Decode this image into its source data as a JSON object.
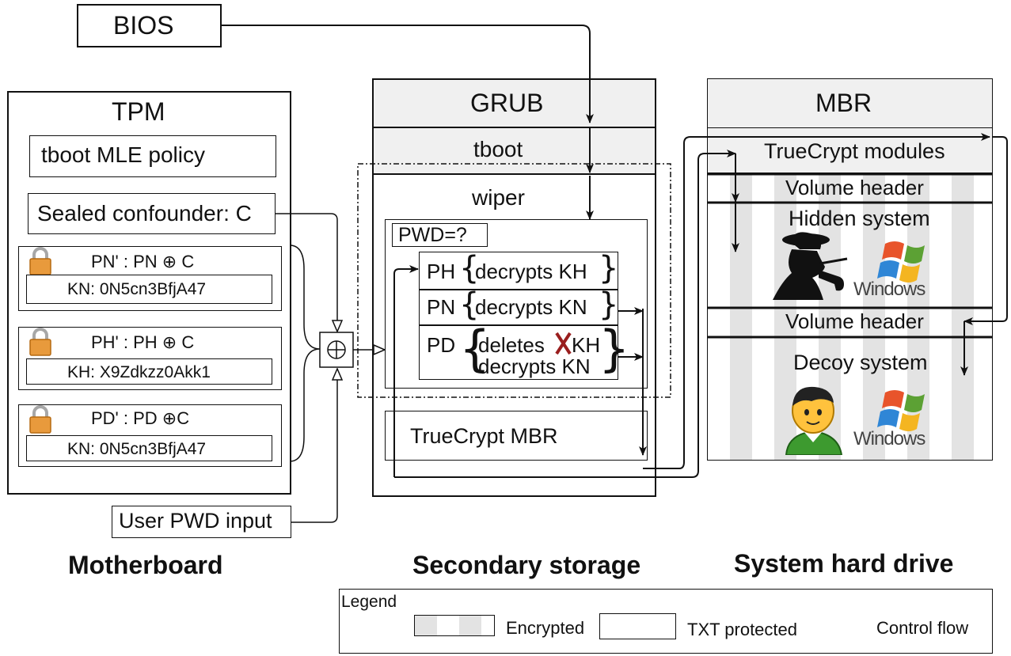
{
  "bios": "BIOS",
  "tpm": {
    "title": "TPM",
    "policy": "tboot MLE policy",
    "sealed": "Sealed confounder: C",
    "entries": [
      {
        "head": "PN' :  PN ⊕ C",
        "key": "KN: 0N5cn3BfjA47"
      },
      {
        "head": "PH' :  PH ⊕ C",
        "key": "KH: X9Zdkzz0Akk1"
      },
      {
        "head": "PD' :  PD ⊕C",
        "key": "KN: 0N5cn3BfjA47"
      }
    ]
  },
  "user_input": "User PWD input",
  "xor_symbol": "⊕",
  "grub": {
    "title": "GRUB",
    "tboot": "tboot",
    "wiper": "wiper",
    "pwd": "PWD=?",
    "rules": [
      {
        "key": "PH",
        "action": "decrypts KH"
      },
      {
        "key": "PN",
        "action": "decrypts KN"
      },
      {
        "key": "PD",
        "action1": "deletes",
        "action1_key": "KH",
        "action2": "decrypts KN"
      }
    ],
    "truecrypt_mbr": "TrueCrypt MBR"
  },
  "mbr": {
    "title": "MBR",
    "modules": "TrueCrypt modules",
    "volume_header_1": "Volume header",
    "hidden": "Hidden system",
    "volume_header_2": "Volume header",
    "decoy": "Decoy system",
    "windows": "Windows"
  },
  "sections": {
    "motherboard": "Motherboard",
    "secondary": "Secondary storage",
    "hard_drive": "System hard drive"
  },
  "legend": {
    "title": "Legend",
    "encrypted": "Encrypted",
    "txt": "TXT protected",
    "control": "Control flow"
  }
}
